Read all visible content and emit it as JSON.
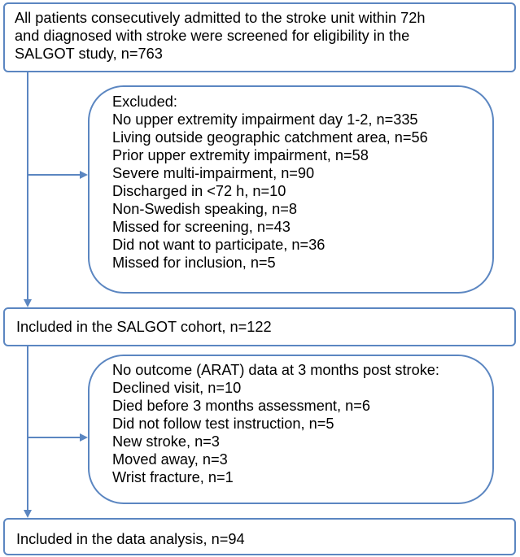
{
  "screened": {
    "lines": [
      "All patients consecutively admitted to the stroke unit within 72h",
      "and diagnosed with stroke were screened for eligibility in the",
      "SALGOT study,  n=763"
    ]
  },
  "excluded": {
    "header": "Excluded:",
    "items": [
      "No upper extremity impairment day 1-2, n=335",
      "Living outside geographic catchment area, n=56",
      "Prior upper extremity impairment, n=58",
      "Severe multi-impairment, n=90",
      "Discharged in <72 h, n=10",
      "Non-Swedish speaking, n=8",
      "Missed for screening, n=43",
      "Did not want to participate, n=36",
      "Missed for inclusion, n=5"
    ]
  },
  "included": {
    "label": "Included in the SALGOT cohort, n=122"
  },
  "no_outcome": {
    "header": "No outcome (ARAT) data at 3 months post stroke:",
    "items": [
      "Declined visit, n=10",
      "Died before 3 months assessment, n=6",
      "Did not follow test instruction, n=5",
      "New stroke, n=3",
      "Moved away, n=3",
      "Wrist fracture, n=1"
    ]
  },
  "analysis": {
    "label": "Included in the data analysis, n=94"
  },
  "colors": {
    "border": "#5b86c1",
    "arrow": "#5b86c1",
    "text": "#000000"
  }
}
